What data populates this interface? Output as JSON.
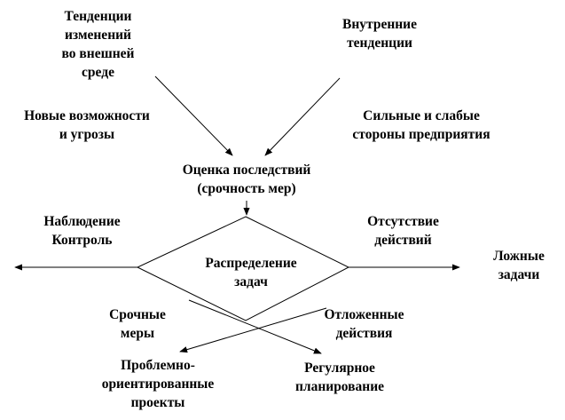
{
  "diagram": {
    "external_trends": [
      "Тенденции",
      "изменений",
      "во внешней",
      "среде"
    ],
    "internal_trends": [
      "Внутренние",
      "тенденции"
    ],
    "opportunities_threats": [
      "Новые возможности",
      "и угрозы"
    ],
    "strengths_weaknesses": [
      "Сильные и слабые",
      "стороны предприятия"
    ],
    "consequence_assessment": [
      "Оценка последствий",
      "(срочность мер)"
    ],
    "task_distribution": [
      "Распределение",
      "задач"
    ],
    "monitoring_control": [
      "Наблюдение",
      "Контроль"
    ],
    "no_action": [
      "Отсутствие",
      "действий"
    ],
    "false_tasks": [
      "Ложные",
      "задачи"
    ],
    "urgent_measures": [
      "Срочные",
      "меры"
    ],
    "postponed_actions": [
      "Отложенные",
      "действия"
    ],
    "problem_projects": [
      "Проблемно-",
      "ориентированные",
      "проекты"
    ],
    "regular_planning": [
      "Регулярное",
      "планирование"
    ]
  },
  "colors": {
    "line": "#000000",
    "background": "#ffffff"
  }
}
